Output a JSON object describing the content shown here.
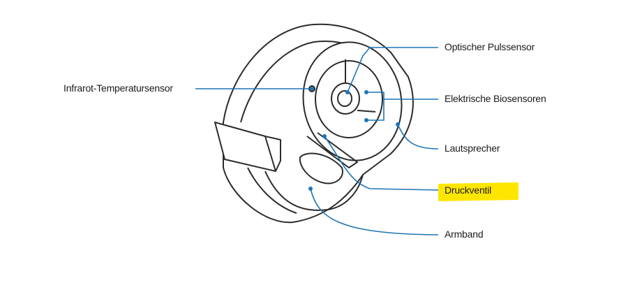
{
  "title": "Watch sensor diagram",
  "colors": {
    "leader_line": "#1d75b5",
    "highlight": "#ffe600",
    "outline": "#2b2b2b"
  },
  "labels": {
    "infrared": "Infrarot-Temperatursensor",
    "optical": "Optischer Pulssensor",
    "electrical": "Elektrische Biosensoren",
    "speaker": "Lautsprecher",
    "pressure": "Druckventil",
    "band": "Armband"
  },
  "highlighted_label": "Druckventil"
}
